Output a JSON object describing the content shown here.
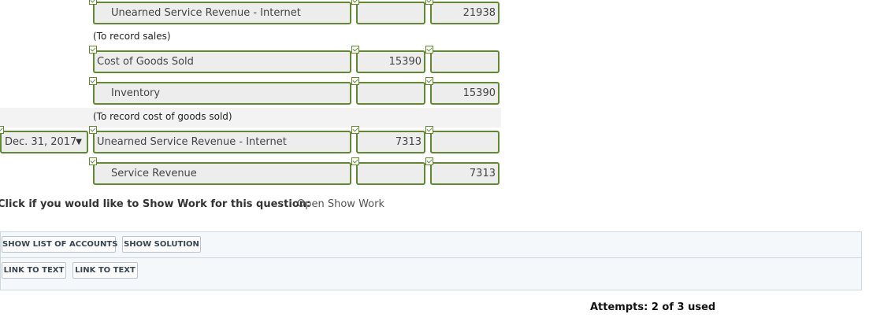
{
  "journal": {
    "rows": [
      {
        "account": "Unearned Service Revenue - Internet",
        "debit": "",
        "credit": "21938"
      },
      {
        "account": "Cost of Goods Sold",
        "debit": "15390",
        "credit": ""
      },
      {
        "account": "Inventory",
        "debit": "",
        "credit": "15390"
      },
      {
        "date": "Dec. 31, 2017",
        "account": "Unearned Service Revenue - Internet",
        "debit": "7313",
        "credit": ""
      },
      {
        "account": "Service Revenue",
        "debit": "",
        "credit": "7313"
      }
    ],
    "notes": [
      "(To record sales)",
      "(To record cost of goods sold)"
    ],
    "date_caret": "▼"
  },
  "show_work": {
    "question": "Click if you would like to Show Work for this question:",
    "link": "Open Show Work"
  },
  "buttons": {
    "show_list": "SHOW LIST OF ACCOUNTS",
    "show_solution": "SHOW SOLUTION",
    "link_text_1": "LINK TO TEXT",
    "link_text_2": "LINK TO TEXT"
  },
  "attempts": "Attempts: 2 of 3 used",
  "colors": {
    "border_green": "#5f8a2e",
    "field_bg": "#ededed",
    "panel_bg": "#f5f8fa"
  }
}
